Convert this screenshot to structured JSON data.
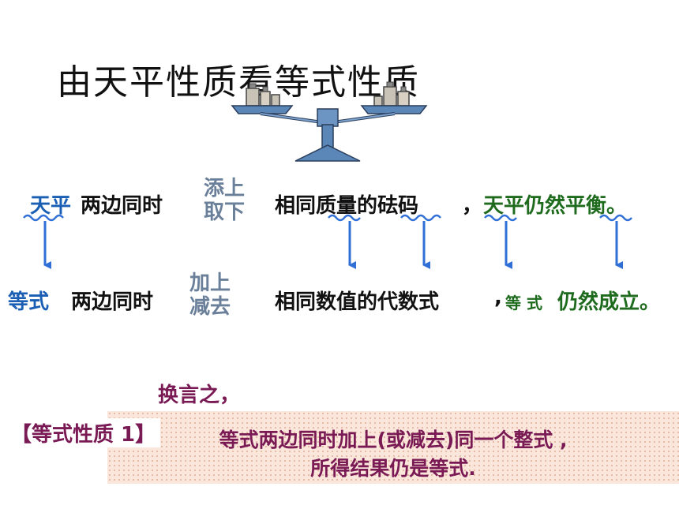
{
  "title": "由天平性质看等式性质",
  "balance_row": {
    "subject": "天平",
    "phrase": "两边同时",
    "action_top": "添上",
    "action_bottom": "取下",
    "object": "相同质量的砝码",
    "comma": "，",
    "result": "天平仍然平衡。"
  },
  "equation_row": {
    "subject": "等式",
    "phrase": "两边同时",
    "action_top": "加上",
    "action_bottom": "减去",
    "object": "相同数值的代数式",
    "comma": ",",
    "result_small": "等 式",
    "result": "仍然成立。"
  },
  "in_other_words": "换言之，",
  "property": {
    "label": "【等式性质 1】",
    "line1": "等式两边同时加上(或减去)同一个整式 ,",
    "line2": "所得结果仍是等式."
  },
  "colors": {
    "blue": "#1a5fb4",
    "green": "#1e6b1e",
    "purple": "#7a1a55",
    "arrow": "#2f6fd6",
    "box_bg": "#fbe6dc"
  },
  "icons": [
    "balance-scale-icon",
    "wavy-underline-icon",
    "down-arrow-icon"
  ]
}
